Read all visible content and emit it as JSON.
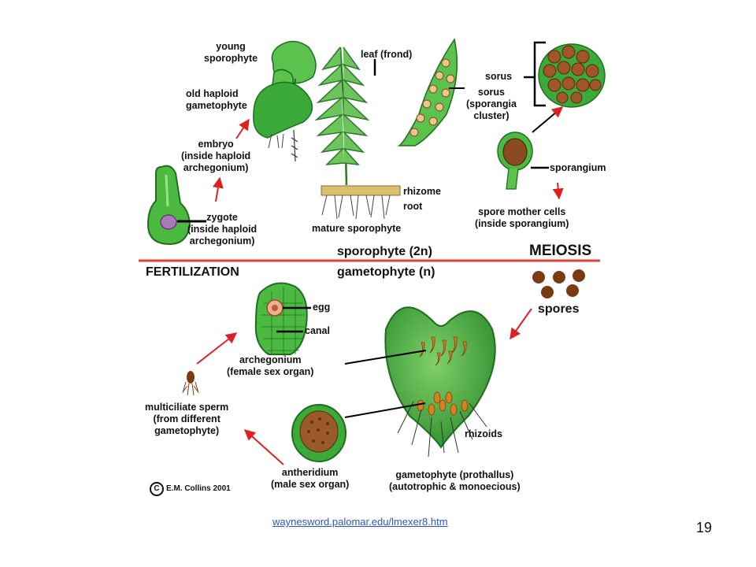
{
  "labels": {
    "young_sporophyte": [
      "young",
      "sporophyte"
    ],
    "old_gametophyte": [
      "old haploid",
      "gametophyte"
    ],
    "embryo": [
      "embryo",
      "(inside haploid",
      "archegonium)"
    ],
    "zygote": [
      "zygote",
      "(inside haploid",
      "archegonium)"
    ],
    "leaf": "leaf (frond)",
    "sorus_cluster": [
      "sorus",
      "(sporangia",
      "cluster)"
    ],
    "sorus": "sorus",
    "sporangium": "sporangium",
    "rhizome": "rhizome",
    "root": "root",
    "mature_sporophyte": "mature sporophyte",
    "spore_mother_cells": [
      "spore mother cells",
      "(inside sporangium)"
    ],
    "sporophyte_2n": "sporophyte (2n)",
    "gametophyte_n": "gametophyte (n)",
    "fertilization": "FERTILIZATION",
    "meiosis": "MEIOSIS",
    "spores": "spores",
    "egg": "egg",
    "canal": "canal",
    "archegonium": [
      "archegonium",
      "(female sex organ)"
    ],
    "sperm": [
      "multiciliate sperm",
      "(from different",
      "gametophyte)"
    ],
    "antheridium": [
      "antheridium",
      "(male sex organ)"
    ],
    "rhizoids": "rhizoids",
    "gametophyte_prothallus": [
      "gametophyte (prothallus)",
      "(autotrophic & monoecious)"
    ]
  },
  "credit": "E.M. Collins 2001",
  "credit_symbol": "C",
  "source_link": "waynesword.palomar.edu/lmexer8.htm",
  "slide_number": "19",
  "colors": {
    "divider": "#e0403a",
    "arrow": "#e02020",
    "green": "#3cab3c",
    "green_dark": "#1f6e1f",
    "brown": "#7a3b12",
    "orange": "#d6801e"
  }
}
